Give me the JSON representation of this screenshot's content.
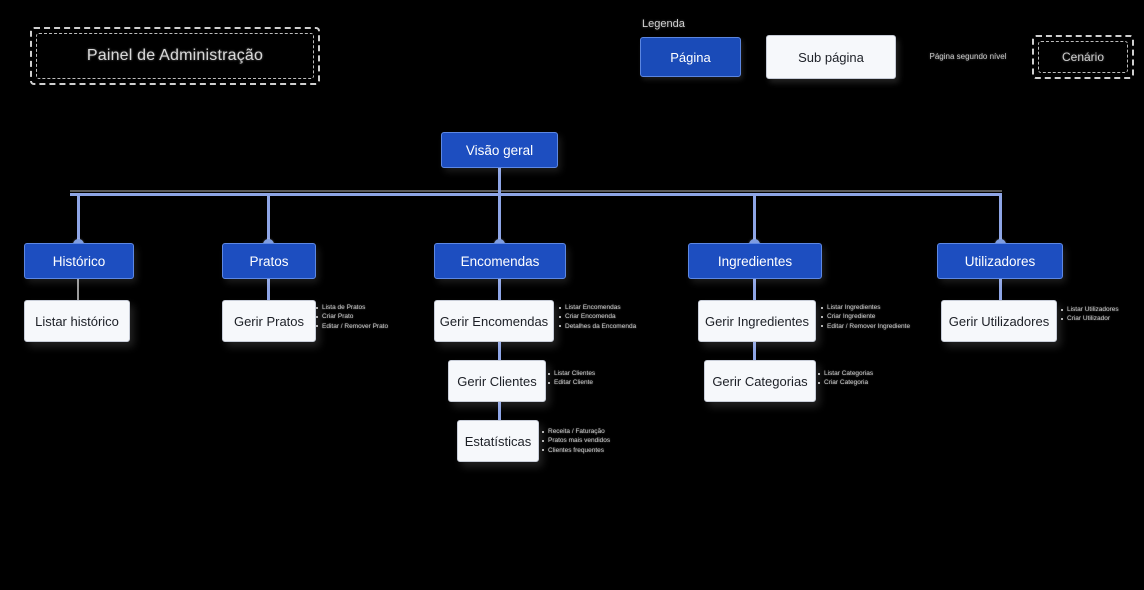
{
  "scenario": {
    "title": "Painel de Administração"
  },
  "legend": {
    "label": "Legenda",
    "page": "Página",
    "subpage": "Sub página",
    "second_level": "Página segundo nível",
    "scenario": "Cenário"
  },
  "colors": {
    "page_fill": "#1d4ec0",
    "page_border": "#5d88e4",
    "sub_fill": "#f6f8fb",
    "sub_border": "#c8cdd8",
    "connector": "#8ea5e6",
    "background": "#000000",
    "scenario_border": "#cfcfcf"
  },
  "root": {
    "label": "Visão geral"
  },
  "branches": [
    {
      "id": "historico",
      "label": "Histórico",
      "sub": [
        {
          "label": "Listar histórico",
          "items": []
        }
      ]
    },
    {
      "id": "pratos",
      "label": "Pratos",
      "sub": [
        {
          "label": "Gerir Pratos",
          "items": [
            "Lista de Pratos",
            "Criar Prato",
            "Editar / Remover Prato"
          ]
        }
      ]
    },
    {
      "id": "encomendas",
      "label": "Encomendas",
      "sub": [
        {
          "label": "Gerir Encomendas",
          "items": [
            "Listar Encomendas",
            "Criar Encomenda",
            "Detalhes da Encomenda"
          ]
        },
        {
          "label": "Gerir Clientes",
          "items": [
            "Listar Clientes",
            "Editar Cliente"
          ]
        },
        {
          "label": "Estatísticas",
          "items": [
            "Receita / Faturação",
            "Pratos mais vendidos",
            "Clientes frequentes"
          ]
        }
      ]
    },
    {
      "id": "ingredientes",
      "label": "Ingredientes",
      "sub": [
        {
          "label": "Gerir Ingredientes",
          "items": [
            "Listar Ingredientes",
            "Criar Ingrediente",
            "Editar / Remover Ingrediente"
          ]
        },
        {
          "label": "Gerir Categorias",
          "items": [
            "Listar Categorias",
            "Criar Categoria"
          ]
        }
      ]
    },
    {
      "id": "utilizadores",
      "label": "Utilizadores",
      "sub": [
        {
          "label": "Gerir Utilizadores",
          "items": [
            "Listar Utilizadores",
            "Criar Utilizador"
          ]
        }
      ]
    }
  ]
}
